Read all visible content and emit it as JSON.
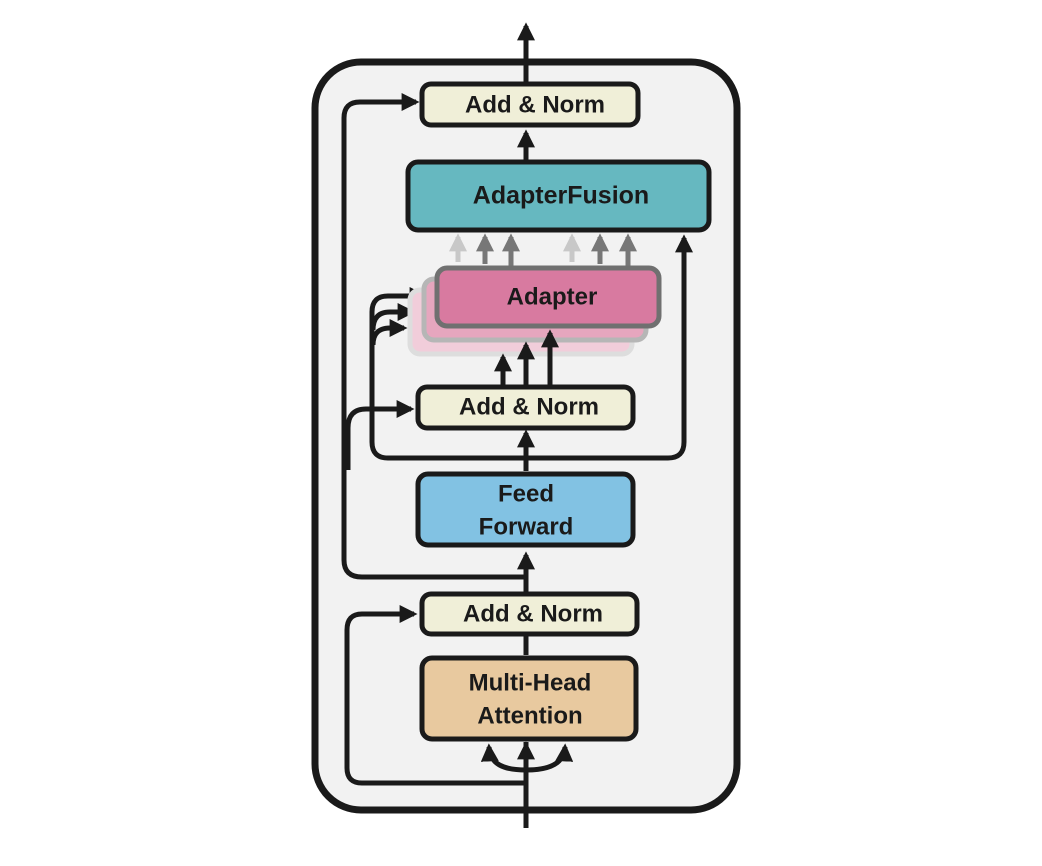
{
  "colors": {
    "frame_fill": "#f2f2f2",
    "stroke": "#1a1a1a",
    "add_norm_fill": "#f0efd8",
    "adapter_fusion_fill": "#66b8c0",
    "adapter_fill": "#d87aa0",
    "adapter_stroke": "#707070",
    "feed_forward_fill": "#82c2e3",
    "attention_fill": "#e8c99f"
  },
  "blocks": {
    "add_norm_top": "Add & Norm",
    "adapter_fusion": "AdapterFusion",
    "adapter": "Adapter",
    "add_norm_mid": "Add & Norm",
    "feed_forward_line1": "Feed",
    "feed_forward_line2": "Forward",
    "add_norm_bottom": "Add & Norm",
    "attention_line1": "Multi-Head",
    "attention_line2": "Attention"
  }
}
